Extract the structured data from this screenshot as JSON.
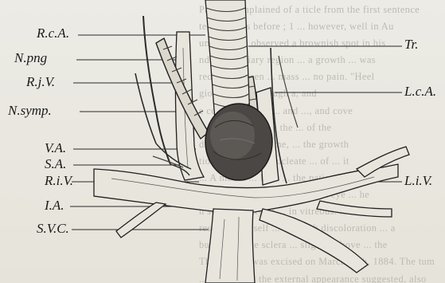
{
  "labels": {
    "rca": "R.c.A.",
    "npng": "N.png",
    "rjv": "R.j.V.",
    "nsymp": "N.symp.",
    "va": "V.A.",
    "sa": "S.A.",
    "riv": "R.i.V.",
    "ia": "I.A.",
    "svc": "S.V.C.",
    "tr": "Tr.",
    "lca": "L.c.A.",
    "liv": "L.i.V."
  },
  "background_text": [
    "Patient complained of a ticle from the first sentence",
    "teen months before ; 1 ... however, well in Au",
    "um the first observed a brownish spot in his",
    "nd inner ciliary region ... a growth ... was",
    "red. When seen ... mass ... no pain. \"Heel",
    "gion ... not ... though a, and",
    "e corner ... more ... and ..., and cove",
    "e distance close to the ... of the",
    "disappeared for time, ... the growth",
    "tion perform ... enucleate ... of ... it",
    "... A month ... later ... the patient",
    "ed of increasing ... of his right eye ... he",
    "n some opacity of ... in vitreous. ... then",
    "resented himself ... blackish discoloration ... a",
    "bulging of the sclera ... slightly above ... the",
    "The eyeball was excised on March 24th, 1884. The tum",
    "... larger than the external appearance suggested, also"
  ]
}
